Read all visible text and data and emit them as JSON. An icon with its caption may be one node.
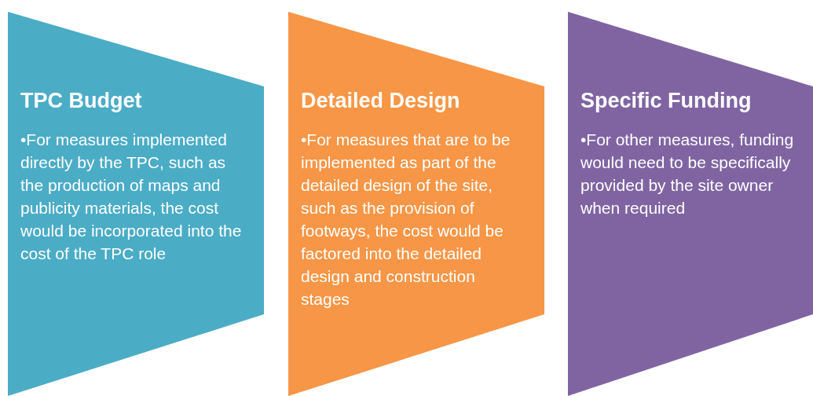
{
  "diagram": {
    "nodes": [
      {
        "text": [
          "TPC Budget",
          "•For measures implemented directly by the TPC, such as the production of maps and publicity materials, the cost would be incorporated into the cost of the TPC role"
        ]
      },
      {
        "text": [
          "Detailed Design",
          "•For measures that are to be implemented as part of the detailed design of the site, such as the provision of footways, the cost would be factored into the detailed design and construction stages"
        ]
      },
      {
        "text": [
          "Specific Funding",
          "•For other measures, funding would need to be specifically provided by the site owner when required"
        ]
      }
    ],
    "edges": []
  }
}
